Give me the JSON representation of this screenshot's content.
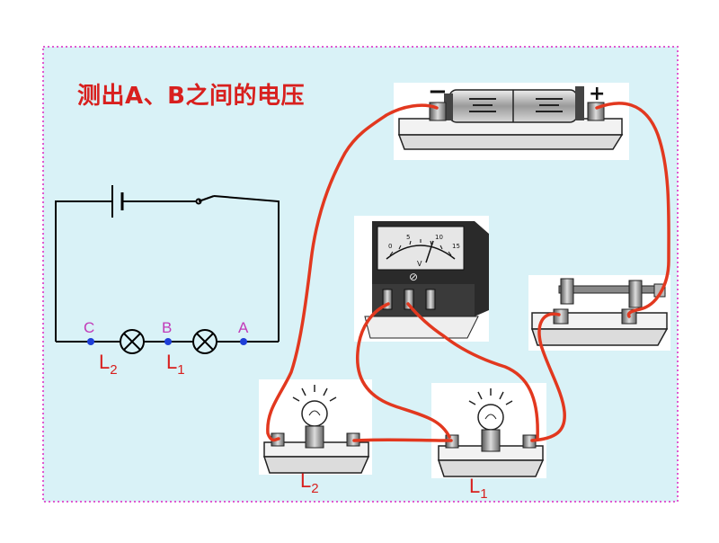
{
  "title": "测出A、B之间的电压",
  "schematic": {
    "points": {
      "c": "C",
      "b": "B",
      "a": "A"
    },
    "bulbs": {
      "l2": {
        "letter": "L",
        "sub": "2"
      },
      "l1": {
        "letter": "L",
        "sub": "1"
      }
    }
  },
  "apparatus": {
    "voltmeter": {
      "scale_numbers": [
        "0",
        "5",
        "10",
        "15"
      ],
      "unit": "V",
      "terminal_mark": "⊘"
    },
    "battery": {
      "minus": "−",
      "plus": "+"
    },
    "bulbs": {
      "l2": {
        "letter": "L",
        "sub": "2"
      },
      "l1": {
        "letter": "L",
        "sub": "1"
      }
    }
  },
  "colors": {
    "background": "#d9f2f7",
    "border": "#e05ad0",
    "wire": "#e2381f",
    "label_red": "#d8201e",
    "point_label": "#c23ab8",
    "point_dot": "#1f3fd8"
  }
}
